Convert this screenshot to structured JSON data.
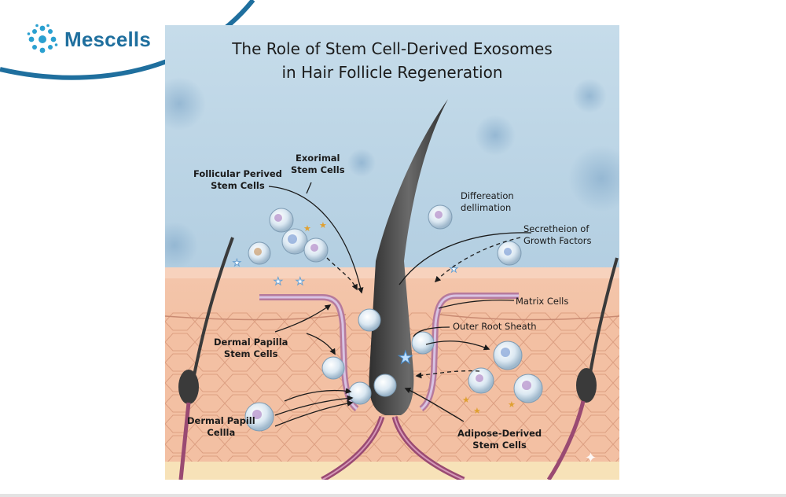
{
  "brand": {
    "name": "Mescells",
    "accent": "#1f6f9e",
    "logo_icon": "cell-cluster-icon"
  },
  "figure": {
    "title_line1": "The Role of Stem Cell-Derived Exosomes",
    "title_line2": "in Hair Follicle Regeneration",
    "labels": {
      "follicular_line1": "Follicular Perived",
      "follicular_line2": "Stem Cells",
      "exorimal_line1": "Exorimal",
      "exorimal_line2": "Stem Cells",
      "differeation_line1": "Differeation",
      "differeation_line2": "dellimation",
      "secretion_line1": "Secretheion of",
      "secretion_line2": "Growth Factors",
      "matrix_cells": "Matrix Cells",
      "outer_root_sheath": "Outer Root Sheath",
      "dermal_papilla_stem_line1": "Dermal Papilla",
      "dermal_papilla_stem_line2": "Stem Cells",
      "dermal_papill_cella_line1": "Dermal Papill",
      "dermal_papill_cella_line2": "Cellla",
      "adipose_line1": "Adipose-Derived",
      "adipose_line2": "Stem Cells"
    },
    "colors": {
      "sky": "#a9c9df",
      "skin": "#f2c2a6",
      "hair": "#3c3c3c",
      "vessel": "#9a4a72"
    }
  }
}
